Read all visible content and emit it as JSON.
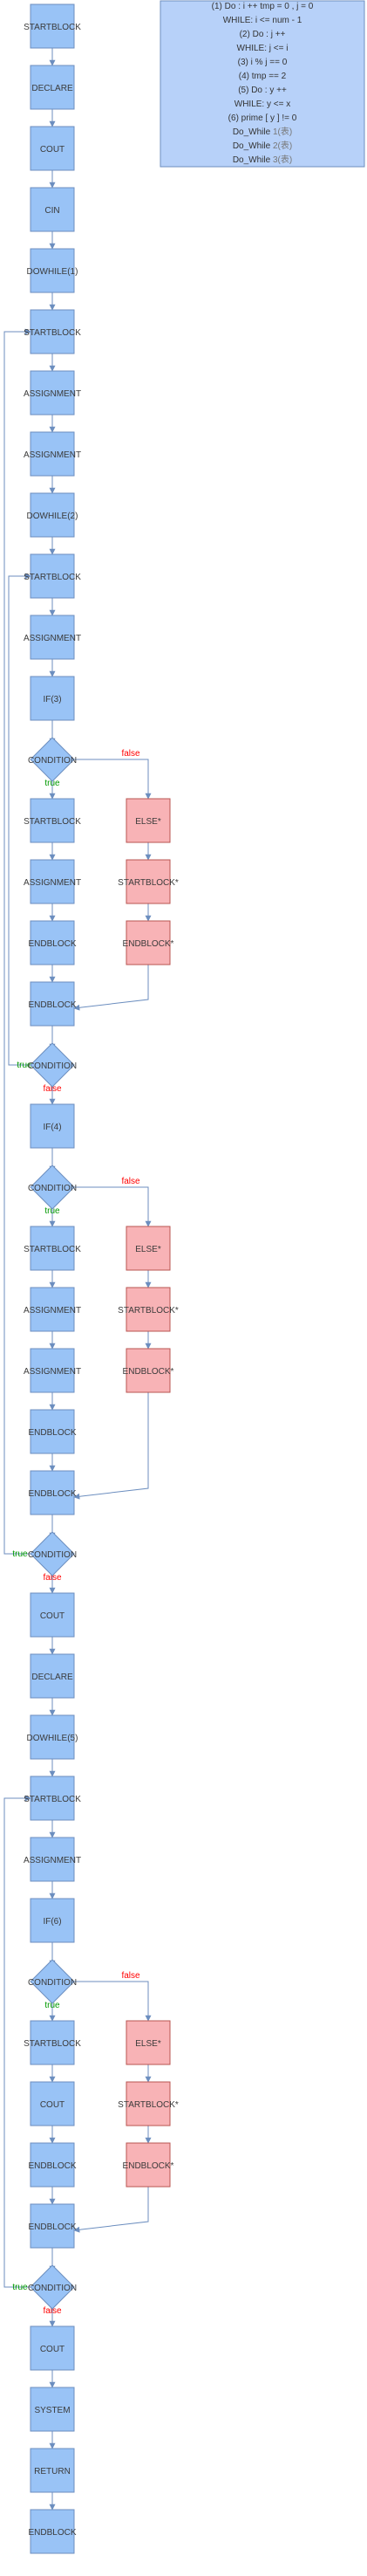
{
  "colors": {
    "blue_fill": "#99c3f6",
    "blue_stroke": "#6c8ebf",
    "pink_fill": "#f8b3b6",
    "pink_stroke": "#b85450",
    "edge": "#6c8ebf",
    "true_color": "#009900",
    "false_color": "#ff0000",
    "note_fill": "#b7d1f9"
  },
  "note": {
    "lines": [
      "(1) Do : i ++ tmp = 0 , j = 0",
      "WHILE: i <= num - 1",
      "(2) Do : j ++",
      "WHILE: j <= i",
      "(3) i % j == 0",
      "(4) tmp == 2",
      "(5) Do : y ++",
      "WHILE: y <= x",
      "(6) prime [ y ] != 0"
    ],
    "faded": [
      {
        "prefix": "Do_While ",
        "suffix": "1(表)"
      },
      {
        "prefix": "Do_While ",
        "suffix": "2(表)"
      },
      {
        "prefix": "Do_While ",
        "suffix": "3(表)"
      }
    ]
  },
  "labels": {
    "true": "true",
    "false": "false"
  },
  "nodes": {
    "n1": "STARTBLOCK",
    "n2": "DECLARE",
    "n3": "COUT",
    "n4": "CIN",
    "n5": "DOWHILE(1)",
    "n6": "STARTBLOCK",
    "n7": "ASSIGNMENT",
    "n8": "ASSIGNMENT",
    "n9": "DOWHILE(2)",
    "n10": "STARTBLOCK",
    "n11": "ASSIGNMENT",
    "n12": "IF(3)",
    "c1": "CONDITION",
    "n13": "STARTBLOCK",
    "n14": "ASSIGNMENT",
    "n15": "ENDBLOCK",
    "p1": "ELSE*",
    "p2": "STARTBLOCK*",
    "p3": "ENDBLOCK*",
    "n16": "ENDBLOCK",
    "c2": "CONDITION",
    "n17": "IF(4)",
    "c3": "CONDITION",
    "n18": "STARTBLOCK",
    "n19": "ASSIGNMENT",
    "n20": "ASSIGNMENT",
    "n21": "ENDBLOCK",
    "p4": "ELSE*",
    "p5": "STARTBLOCK*",
    "p6": "ENDBLOCK*",
    "n22": "ENDBLOCK",
    "c4": "CONDITION",
    "n23": "COUT",
    "n24": "DECLARE",
    "n25": "DOWHILE(5)",
    "n26": "STARTBLOCK",
    "n27": "ASSIGNMENT",
    "n28": "IF(6)",
    "c5": "CONDITION",
    "n29": "STARTBLOCK",
    "n30": "COUT",
    "n31": "ENDBLOCK",
    "p7": "ELSE*",
    "p8": "STARTBLOCK*",
    "p9": "ENDBLOCK*",
    "n32": "ENDBLOCK",
    "c6": "CONDITION",
    "n33": "COUT",
    "n34": "SYSTEM",
    "n35": "RETURN",
    "n36": "ENDBLOCK"
  }
}
